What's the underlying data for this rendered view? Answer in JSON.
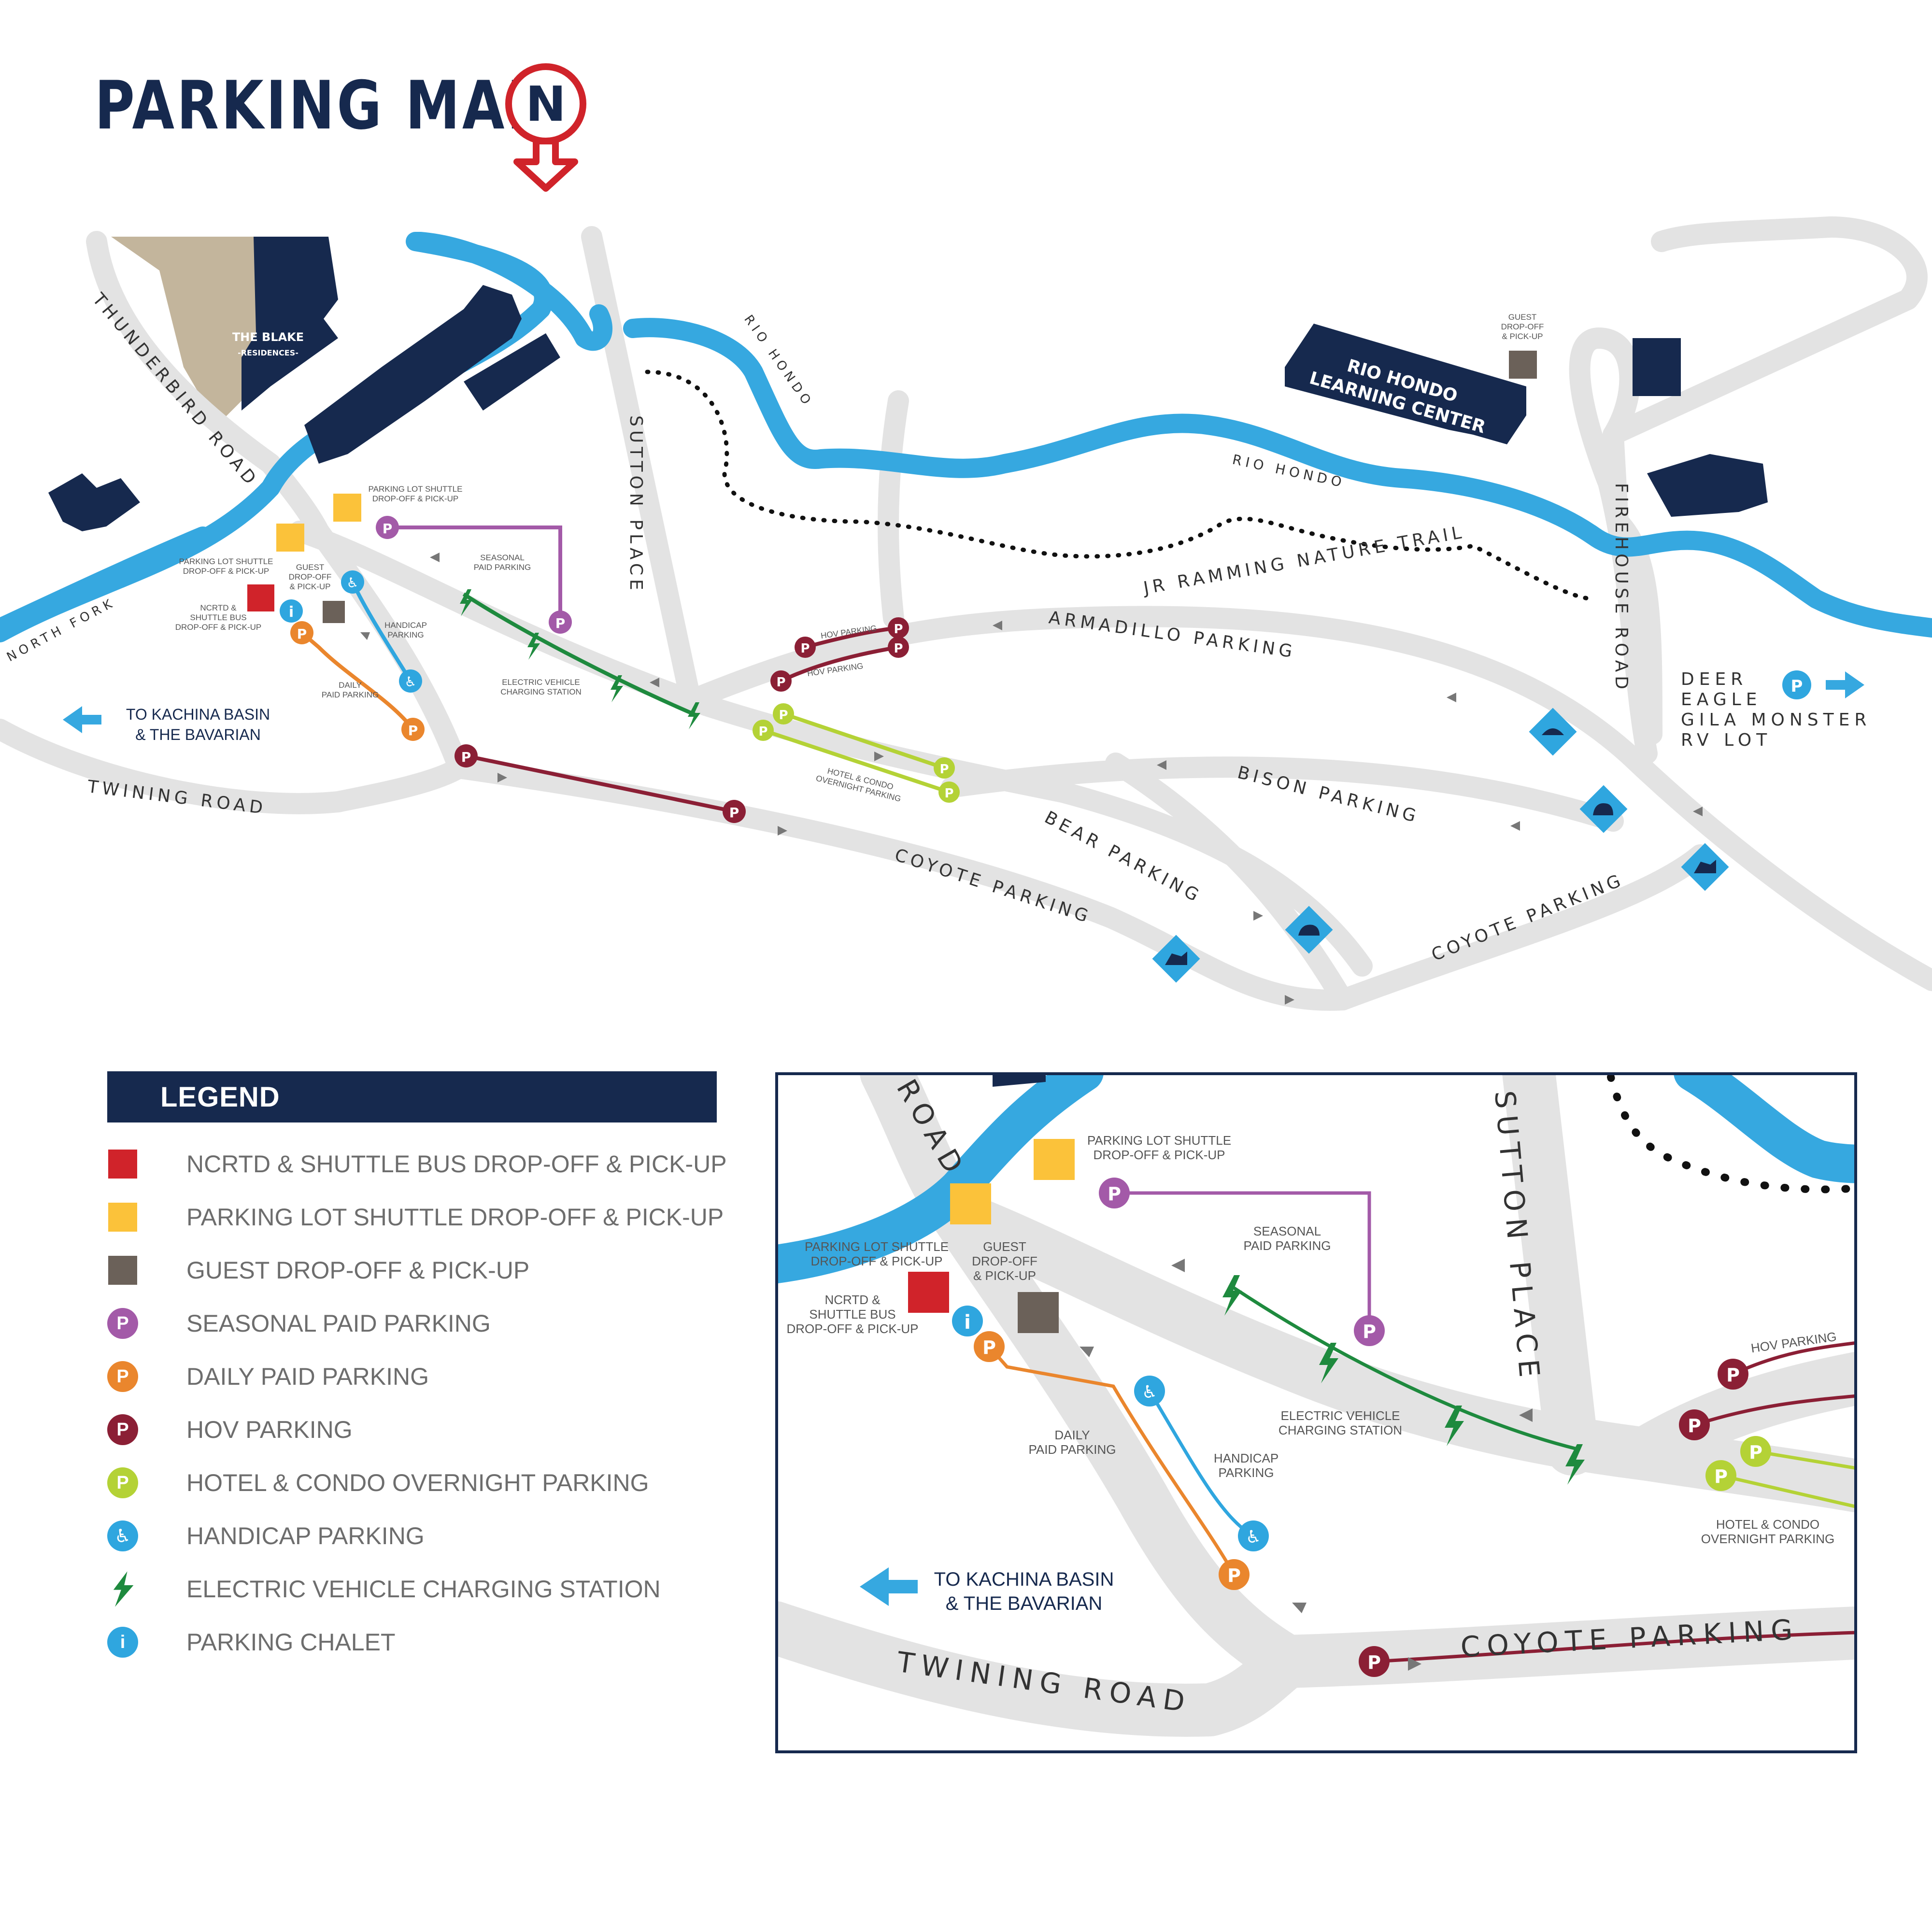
{
  "header": {
    "title": "PARKING MAP",
    "compass_letter": "N"
  },
  "map": {
    "rivers": {
      "rio_hondo_1": "RIO HONDO",
      "rio_hondo_2": "RIO HONDO",
      "north_fork": "NORTH FORK"
    },
    "trail": "JR RAMMING NATURE TRAIL",
    "roads": {
      "thunderbird": "THUNDERBIRD ROAD",
      "sutton": "SUTTON PLACE",
      "firehouse": "FIREHOUSE ROAD",
      "twining": "TWINING ROAD",
      "armadillo": "ARMADILLO PARKING",
      "bison": "BISON PARKING",
      "bear": "BEAR PARKING",
      "coyote_1": "COYOTE PARKING",
      "coyote_2": "COYOTE PARKING"
    },
    "buildings": {
      "blake_1": "THE BLAKE",
      "blake_2": "-RESIDENCES-",
      "learning_1": "RIO HONDO",
      "learning_2": "LEARNING CENTER"
    },
    "labels": {
      "pl_shuttle_1a": "PARKING LOT SHUTTLE",
      "pl_shuttle_1b": "DROP-OFF & PICK-UP",
      "pl_shuttle_2a": "PARKING LOT SHUTTLE",
      "pl_shuttle_2b": "DROP-OFF & PICK-UP",
      "guest_1": "GUEST",
      "guest_2": "DROP-OFF",
      "guest_3": "& PICK-UP",
      "ncrtd_1": "NCRTD &",
      "ncrtd_2": "SHUTTLE BUS",
      "ncrtd_3": "DROP-OFF & PICK-UP",
      "handicap_1": "HANDICAP",
      "handicap_2": "PARKING",
      "daily_1": "DAILY",
      "daily_2": "PAID PARKING",
      "seasonal_1": "SEASONAL",
      "seasonal_2": "PAID PARKING",
      "ev_1": "ELECTRIC VEHICLE",
      "ev_2": "CHARGING STATION",
      "hov_a": "HOV PARKING",
      "hov_b": "HOV PARKING",
      "hotel_1": "HOTEL & CONDO",
      "hotel_2": "OVERNIGHT PARKING",
      "guest_fire_1": "GUEST",
      "guest_fire_2": "DROP-OFF",
      "guest_fire_3": "& PICK-UP",
      "kachina_1": "TO KACHINA BASIN",
      "kachina_2": "& THE BAVARIAN",
      "deer": "DEER",
      "eagle": "EAGLE",
      "gila": "GILA MONSTER",
      "rv": "RV LOT"
    },
    "marker_letters": {
      "parking": "P",
      "info": "i"
    }
  },
  "inset": {
    "roads": {
      "road": "ROAD",
      "sutton": "SUTTON PLACE",
      "twining": "TWINING ROAD",
      "coyote": "COYOTE PARKING"
    },
    "labels": {
      "pl_shuttle_1a": "PARKING LOT SHUTTLE",
      "pl_shuttle_1b": "DROP-OFF & PICK-UP",
      "pl_shuttle_2a": "PARKING LOT SHUTTLE",
      "pl_shuttle_2b": "DROP-OFF & PICK-UP",
      "guest_1": "GUEST",
      "guest_2": "DROP-OFF",
      "guest_3": "& PICK-UP",
      "ncrtd_1": "NCRTD &",
      "ncrtd_2": "SHUTTLE BUS",
      "ncrtd_3": "DROP-OFF & PICK-UP",
      "seasonal_1": "SEASONAL",
      "seasonal_2": "PAID PARKING",
      "ev_1": "ELECTRIC VEHICLE",
      "ev_2": "CHARGING STATION",
      "daily_1": "DAILY",
      "daily_2": "PAID PARKING",
      "handicap_1": "HANDICAP",
      "handicap_2": "PARKING",
      "hov": "HOV PARKING",
      "hotel_1": "HOTEL & CONDO",
      "hotel_2": "OVERNIGHT PARKING",
      "kachina_1": "TO KACHINA BASIN",
      "kachina_2": "& THE BAVARIAN"
    }
  },
  "legend": {
    "title": "LEGEND",
    "items": [
      {
        "label": "NCRTD & SHUTTLE BUS DROP-OFF & PICK-UP",
        "color": "#d0232a",
        "icon": "square"
      },
      {
        "label": "PARKING LOT SHUTTLE DROP-OFF & PICK-UP",
        "color": "#fbc23a",
        "icon": "square"
      },
      {
        "label": "GUEST DROP-OFF & PICK-UP",
        "color": "#6b6159",
        "icon": "square"
      },
      {
        "label": "SEASONAL PAID PARKING",
        "color": "#a35aa8",
        "icon": "parking-circle"
      },
      {
        "label": "DAILY PAID PARKING",
        "color": "#ea862d",
        "icon": "parking-circle"
      },
      {
        "label": "HOV PARKING",
        "color": "#8b1f35",
        "icon": "parking-circle"
      },
      {
        "label": "HOTEL & CONDO OVERNIGHT PARKING",
        "color": "#b4d236",
        "icon": "parking-circle"
      },
      {
        "label": "HANDICAP PARKING",
        "color": "#2fa6df",
        "icon": "wheelchair-circle"
      },
      {
        "label": "ELECTRIC VEHICLE CHARGING STATION",
        "color": "#1e8a3e",
        "icon": "lightning-bolt"
      },
      {
        "label": "PARKING CHALET",
        "color": "#2fa6df",
        "icon": "info-circle"
      }
    ]
  },
  "colors": {
    "navy": "#16294e",
    "road": "#e3e3e3",
    "river": "#36a8e0",
    "tan": "#c3b59c",
    "red": "#d0232a",
    "yellow": "#fbc23a",
    "guest": "#6b6159",
    "seasonal": "#a35aa8",
    "daily": "#ea862d",
    "hov": "#8b1f35",
    "hotel": "#b4d236",
    "handicap": "#2fa6df",
    "ev": "#1e8a3e",
    "text": "#6d6d6d"
  }
}
